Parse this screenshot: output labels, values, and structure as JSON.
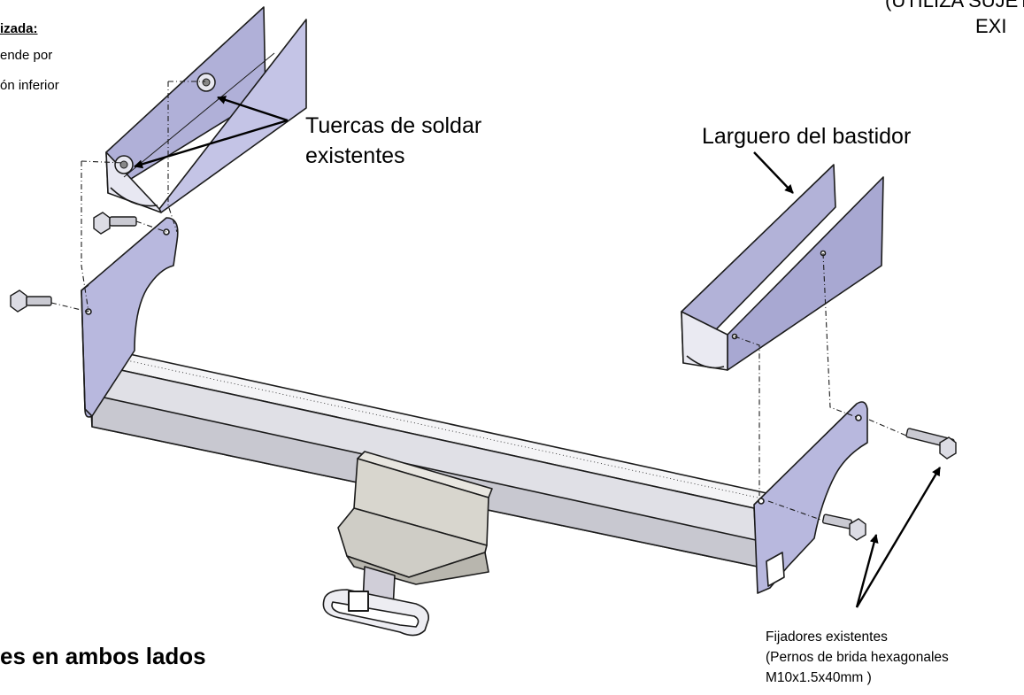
{
  "notes": {
    "title": "izada:",
    "line1": "ende por",
    "line2": "ón inferior"
  },
  "top_right": {
    "line1": "(UTILIZA SUJETA",
    "line2": "EXI"
  },
  "callouts": {
    "weld_nuts_line1": "Tuercas de soldar",
    "weld_nuts_line2": "existentes",
    "frame_rail": "Larguero del bastidor",
    "fasteners_line1": "Fijadores existentes",
    "fasteners_line2": "(Pernos de brida hexagonales",
    "fasteners_line3": "M10x1.5x40mm )"
  },
  "bottom_text": "es en ambos lados",
  "colors": {
    "plate": "#b6b6de",
    "plate_dark": "#8c8cc2",
    "tube": "#e6e6ea",
    "tube_shade": "#c4c4cc",
    "receiver": "#d8d6ce",
    "outline": "#1b1b1b"
  }
}
